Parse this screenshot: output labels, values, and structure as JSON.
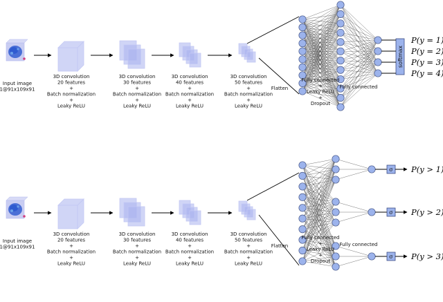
{
  "top": {
    "input_label": [
      "Input image",
      "1@91x109x91"
    ],
    "conv_blocks": [
      {
        "lines": [
          "3D convolution",
          "20 features",
          "+",
          "Batch normalization",
          "+",
          "Leaky ReLU"
        ]
      },
      {
        "lines": [
          "3D convolution",
          "30 features",
          "+",
          "Batch normalization",
          "+",
          "Leaky ReLU"
        ]
      },
      {
        "lines": [
          "3D convolution",
          "40 features",
          "+",
          "Batch normalization",
          "+",
          "Leaky ReLU"
        ]
      },
      {
        "lines": [
          "3D convolution",
          "50 features",
          "+",
          "Batch normalization",
          "+",
          "Leaky ReLU"
        ]
      }
    ],
    "flatten_label": "Flatten",
    "fc1_label": [
      "Fully connected",
      "+",
      "Leaky ReLU",
      "+",
      "Dropout"
    ],
    "fc2_label": "Fully connected",
    "softmax_label": "softmax",
    "outputs": [
      "P(y = 1)",
      "P(y = 2)",
      "P(y = 3)",
      "P(y = 4)"
    ]
  },
  "bottom": {
    "input_label": [
      "Input image",
      "1@91x109x91"
    ],
    "conv_blocks": [
      {
        "lines": [
          "3D convolution",
          "20 features",
          "+",
          "Batch normalization",
          "+",
          "Leaky ReLU"
        ]
      },
      {
        "lines": [
          "3D convolution",
          "30 features",
          "+",
          "Batch normalization",
          "+",
          "Leaky ReLU"
        ]
      },
      {
        "lines": [
          "3D convolution",
          "40 features",
          "+",
          "Batch normalization",
          "+",
          "Leaky ReLU"
        ]
      },
      {
        "lines": [
          "3D convolution",
          "50 features",
          "+",
          "Batch normalization",
          "+",
          "Leaky ReLU"
        ]
      }
    ],
    "flatten_label": "Flatten",
    "fc1_label": [
      "Fully connected",
      "+",
      "Leaky ReLU",
      "+",
      "Dropout"
    ],
    "fc2_label": "Fully connected",
    "sigma_label": "σ",
    "outputs": [
      "P(y > 1)",
      "P(y > 2)",
      "P(y > 3)"
    ]
  }
}
